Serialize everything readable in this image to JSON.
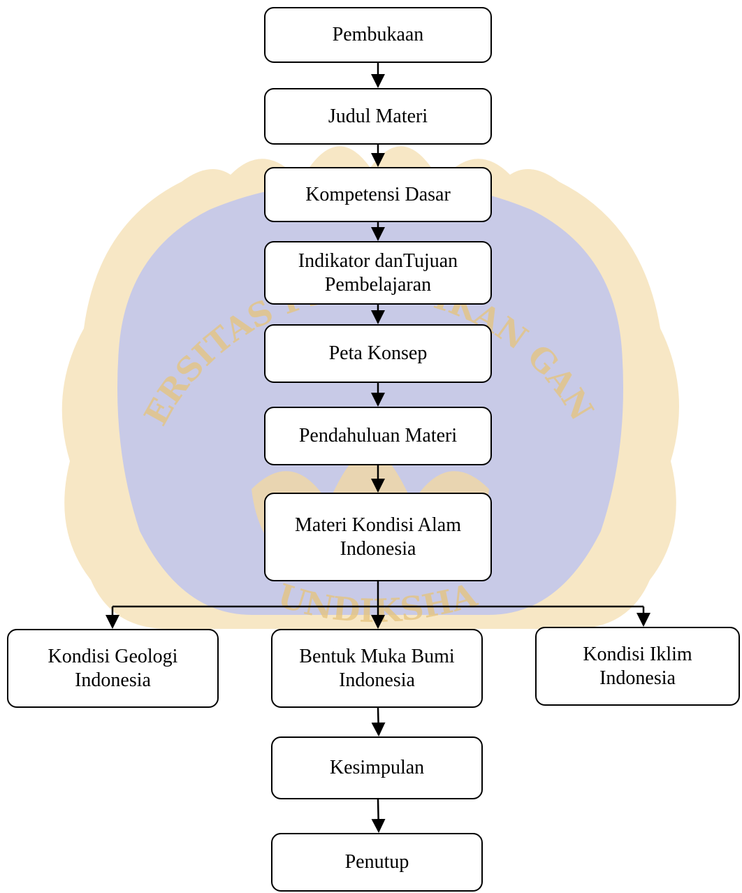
{
  "colors": {
    "watermark_shield": "#b7bce6",
    "watermark_flame": "#f2d49c",
    "watermark_text": "#eacb86",
    "node_border": "#000000",
    "arrow": "#000000"
  },
  "watermark": {
    "top_text": "UNIVERSITAS PENDIDIKAN GANESHA",
    "bottom_text": "UNDIKSHA"
  },
  "nodes": [
    {
      "id": "pembukaan",
      "label": "Pembukaan"
    },
    {
      "id": "judul",
      "label": "Judul Materi"
    },
    {
      "id": "kompetensi",
      "label": "Kompetensi Dasar"
    },
    {
      "id": "indikator",
      "label": "Indikator danTujuan\nPembelajaran"
    },
    {
      "id": "peta",
      "label": "Peta Konsep"
    },
    {
      "id": "pendahuluan",
      "label": "Pendahuluan Materi"
    },
    {
      "id": "materi",
      "label": "Materi Kondisi Alam\nIndonesia"
    },
    {
      "id": "geologi",
      "label": "Kondisi Geologi\nIndonesia"
    },
    {
      "id": "bentuk",
      "label": "Bentuk Muka Bumi\nIndonesia"
    },
    {
      "id": "iklim",
      "label": "Kondisi Iklim\nIndonesia"
    },
    {
      "id": "kesimpulan",
      "label": "Kesimpulan"
    },
    {
      "id": "penutup",
      "label": "Penutup"
    }
  ],
  "edges": [
    {
      "from": "pembukaan",
      "to": "judul"
    },
    {
      "from": "judul",
      "to": "kompetensi"
    },
    {
      "from": "kompetensi",
      "to": "indikator"
    },
    {
      "from": "indikator",
      "to": "peta"
    },
    {
      "from": "peta",
      "to": "pendahuluan"
    },
    {
      "from": "pendahuluan",
      "to": "materi"
    },
    {
      "from": "materi",
      "to": "geologi"
    },
    {
      "from": "materi",
      "to": "bentuk"
    },
    {
      "from": "materi",
      "to": "iklim"
    },
    {
      "from": "bentuk",
      "to": "kesimpulan"
    },
    {
      "from": "kesimpulan",
      "to": "penutup"
    }
  ]
}
